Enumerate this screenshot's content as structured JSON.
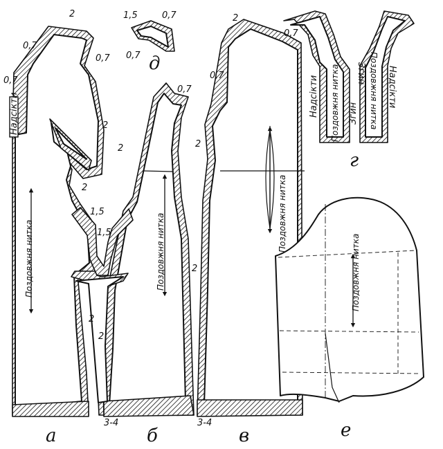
{
  "panel_labels": {
    "a": "а",
    "b": "б",
    "v": "в",
    "g": "г",
    "d": "д",
    "e": "е"
  },
  "allowances": {
    "a_top": "2",
    "a_shoulder_left": "0,7",
    "a_shoulder_right": "0,7",
    "a_neck": "0,7",
    "a_dart": "2",
    "a_side": "2",
    "a_arm1": "1,5",
    "a_arm2": "1,5",
    "a_bottom_side": "2",
    "b_top": "0,7",
    "b_side": "2",
    "b_slit": "2",
    "b_hem": "3-4",
    "v_top": "2",
    "v_shoulder": "0,7",
    "v_neck": "0,7",
    "v_side": "2",
    "v_side_low": "2",
    "v_hem": "3-4",
    "d_left": "1,5",
    "d_right": "0,7",
    "d_bottom": "0,7"
  },
  "texts": {
    "nadsikty_a": "Надсікти",
    "nadsikty_g1": "Надсікти",
    "nadsikty_g2": "Надсікти",
    "zgyn_1": "Згин",
    "zgyn_2": "Згин",
    "grain_a": "Поздовжня нитка",
    "grain_b": "Поздовжня нитка",
    "grain_v": "Поздовжня нитка",
    "grain_g1": "Поздовжня нитка",
    "grain_g2": "Поздовжня нитка",
    "grain_e": "Поздовжня нитка"
  }
}
